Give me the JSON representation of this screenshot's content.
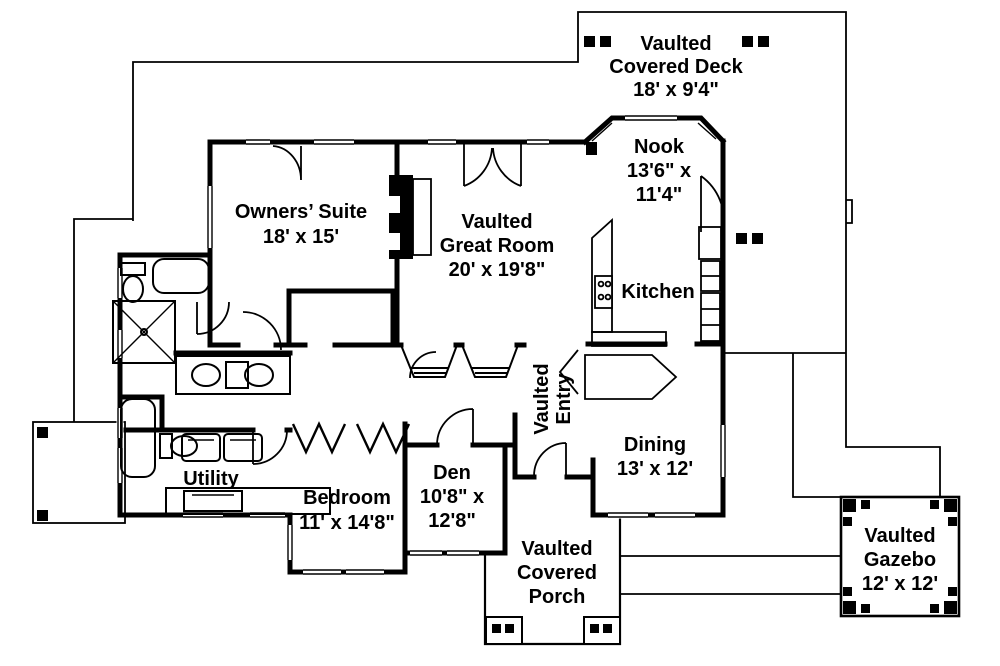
{
  "figure": {
    "kind": "architectural floor plan",
    "ink_color": "#000000",
    "background_color": "#ffffff"
  },
  "rooms": [
    {
      "id": "covered-deck",
      "lines": [
        "Vaulted",
        "Covered Deck",
        "18' x 9'4\""
      ]
    },
    {
      "id": "nook",
      "lines": [
        "Nook",
        "13'6\" x",
        "11'4\""
      ]
    },
    {
      "id": "owners-suite",
      "lines": [
        "Owners’ Suite",
        "18' x 15'"
      ]
    },
    {
      "id": "great-room",
      "lines": [
        "Vaulted",
        "Great Room",
        "20' x 19'8\""
      ]
    },
    {
      "id": "kitchen",
      "lines": [
        "Kitchen"
      ]
    },
    {
      "id": "entry",
      "lines": [
        "Vaulted",
        "Entry"
      ]
    },
    {
      "id": "dining",
      "lines": [
        "Dining",
        "13' x 12'"
      ]
    },
    {
      "id": "utility",
      "lines": [
        "Utility"
      ]
    },
    {
      "id": "bedroom",
      "lines": [
        "Bedroom",
        "11' x 14'8\""
      ]
    },
    {
      "id": "den",
      "lines": [
        "Den",
        "10'8\" x",
        "12'8\""
      ]
    },
    {
      "id": "covered-porch",
      "lines": [
        "Vaulted",
        "Covered",
        "Porch"
      ]
    },
    {
      "id": "gazebo",
      "lines": [
        "Vaulted",
        "Gazebo",
        "12' x 12'"
      ]
    }
  ]
}
